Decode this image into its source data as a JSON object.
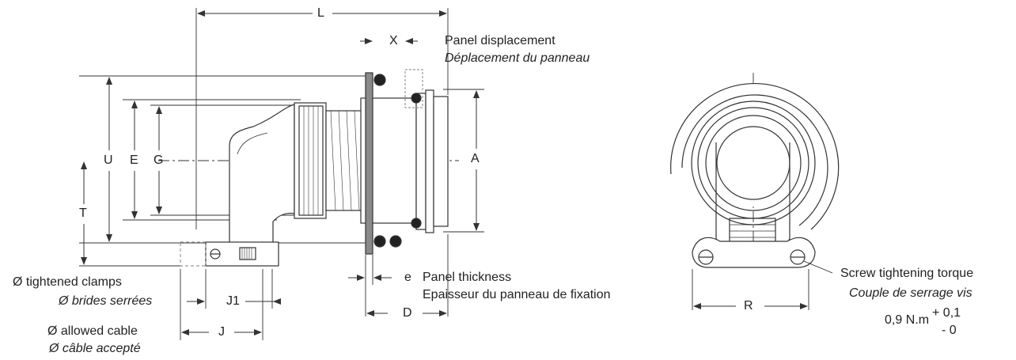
{
  "dimensions": {
    "L": "L",
    "X": "X",
    "U": "U",
    "E": "E",
    "G": "G",
    "T": "T",
    "A": "A",
    "J1": "J1",
    "J": "J",
    "D": "D",
    "e": "e",
    "R": "R"
  },
  "panel": {
    "displacement_en": "Panel displacement",
    "displacement_fr": "Déplacement du panneau",
    "thickness_en": "Panel thickness",
    "thickness_fr": "Epaisseur du panneau de fixation"
  },
  "clamps": {
    "tightened_en": "Ø tightened clamps",
    "tightened_fr": "Ø brides serrées"
  },
  "cable": {
    "allowed_en": "Ø allowed cable",
    "allowed_fr": "Ø câble accepté"
  },
  "screw": {
    "torque_en": "Screw tightening torque",
    "torque_fr": "Couple de serrage vis",
    "torque_value": "0,9 N.m",
    "tol_plus": "+ 0,1",
    "tol_minus": "- 0"
  },
  "colors": {
    "line": "#333333",
    "panel_fill": "#8a8a8a",
    "dashed": "#999999"
  }
}
